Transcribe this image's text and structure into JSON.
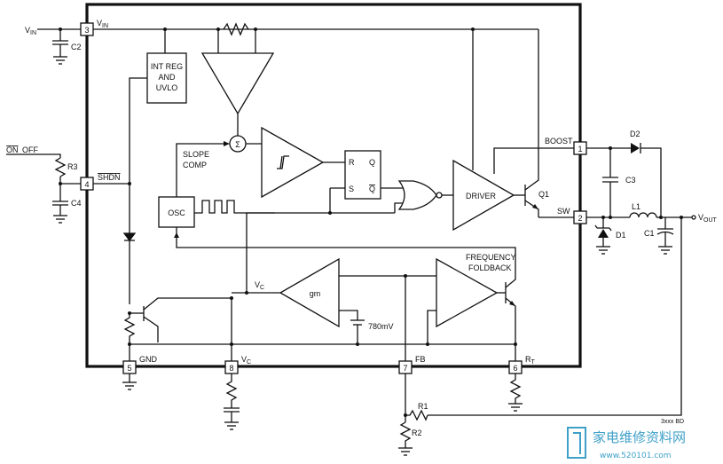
{
  "pins": {
    "p1": "1",
    "p2": "2",
    "p3": "3",
    "p4": "4",
    "p5": "5",
    "p6": "6",
    "p7": "7",
    "p8": "8"
  },
  "labels": {
    "vin_ext": "V",
    "vin_ext_sub": "IN",
    "vin_pin": "V",
    "vin_pin_sub": "IN",
    "on": "ON",
    "off": "OFF",
    "shdn": "SHDN",
    "boost": "BOOST",
    "sw": "SW",
    "gnd": "GND",
    "vc_pin": "V",
    "vc_pin_sub": "C",
    "vc_int": "V",
    "vc_int_sub": "C",
    "fb": "FB",
    "rt": "R",
    "rt_sub": "T",
    "vout": "V",
    "vout_sub": "OUT",
    "sigma": "Σ"
  },
  "blocks": {
    "intreg_1": "INT REG",
    "intreg_2": "AND",
    "intreg_3": "UVLO",
    "slope_1": "SLOPE",
    "slope_2": "COMP",
    "osc": "OSC",
    "ff_r": "R",
    "ff_s": "S",
    "ff_q": "Q",
    "ff_qbar": "Q",
    "driver": "DRIVER",
    "gm": "gm",
    "ref": "780mV",
    "freq_1": "FREQUENCY",
    "freq_2": "FOLDBACK"
  },
  "components": {
    "c1": "C1",
    "c2": "C2",
    "c3": "C3",
    "c4": "C4",
    "r1": "R1",
    "r2": "R2",
    "r3": "R3",
    "d1": "D1",
    "d2": "D2",
    "l1": "L1",
    "q1": "Q1"
  },
  "misc": {
    "code": "3xxx BD"
  },
  "watermark": {
    "main": "家电维修资料网",
    "sub": "www.520101.com"
  }
}
